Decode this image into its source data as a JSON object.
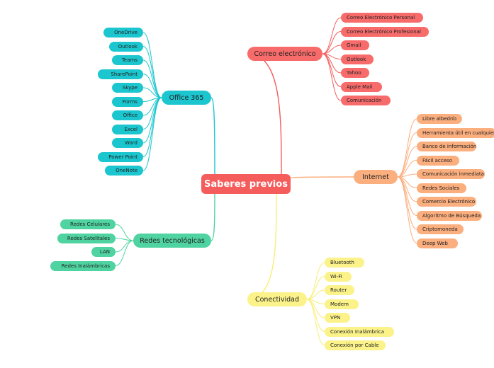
{
  "root": {
    "label": "Saberes previos"
  },
  "branches": {
    "office": {
      "label": "Office 365",
      "color": "#1cc6cf",
      "items": [
        "OneDrive",
        "Outlook",
        "Teams",
        "SharePoint",
        "Skype",
        "Forms",
        "Office",
        "Excel",
        "Word",
        "Power Point",
        "OneNote"
      ]
    },
    "correo": {
      "label": "Correo electrónico",
      "color": "#f76b6b",
      "items": [
        "Correo Electrónico Personal",
        "Correo Electrónico Profesional",
        "Gmail",
        "Outlook",
        "Yahoo",
        "Apple Mail",
        "Comunicación"
      ]
    },
    "internet": {
      "label": "Internet",
      "color": "#fbae7e",
      "items": [
        "Libre albedrío",
        "Herramienta útil en cualquier",
        "Banco de información",
        "Fácil acceso",
        "Comunicación inmediata",
        "Redes Sociales",
        "Comercio Electrónico",
        "Algoritmo de Búsqueda",
        "Criptomoneda",
        "Deep Web"
      ]
    },
    "redes": {
      "label": "Redes tecnológicas",
      "color": "#4fd3a1",
      "items": [
        "Redes Celulares",
        "Redes Satelitales",
        "LAN",
        "Redes Inalámbricas"
      ]
    },
    "conectividad": {
      "label": "Conectividad",
      "color": "#fbf28a",
      "items": [
        "Bluetooth",
        "Wi-Fi",
        "Router",
        "Modem",
        "VPN",
        "Conexión Inalámbrica",
        "Conexión por Cable"
      ]
    }
  }
}
